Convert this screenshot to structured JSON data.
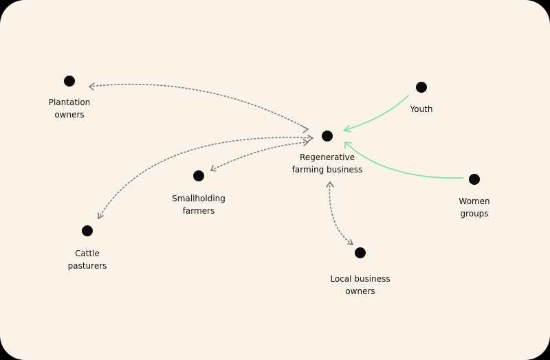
{
  "diagram": {
    "nodes": [
      {
        "id": "plantation",
        "label_lines": [
          "Plantation",
          "owners"
        ]
      },
      {
        "id": "business",
        "label_lines": [
          "Regenerative",
          "farming business"
        ]
      },
      {
        "id": "youth",
        "label_lines": [
          "Youth"
        ]
      },
      {
        "id": "smallholding",
        "label_lines": [
          "Smallholding",
          "farmers"
        ]
      },
      {
        "id": "women",
        "label_lines": [
          "Women",
          "groups"
        ]
      },
      {
        "id": "cattle",
        "label_lines": [
          "Cattle",
          "pasturers"
        ]
      },
      {
        "id": "local",
        "label_lines": [
          "Local business",
          "owners"
        ]
      }
    ],
    "edges": [
      {
        "from": "plantation",
        "to": "business",
        "style": "dotted-bidirectional"
      },
      {
        "from": "smallholding",
        "to": "business",
        "style": "dotted-bidirectional"
      },
      {
        "from": "cattle",
        "to": "business",
        "style": "dotted-bidirectional"
      },
      {
        "from": "local",
        "to": "business",
        "style": "dotted-bidirectional"
      },
      {
        "from": "youth",
        "to": "business",
        "style": "solid-directed"
      },
      {
        "from": "women",
        "to": "business",
        "style": "solid-directed"
      }
    ],
    "colors": {
      "background": "#fbf3e8",
      "node": "#0a0a0a",
      "dotted_edge": "#7a7a7a",
      "solid_edge": "#7de3b0"
    }
  }
}
